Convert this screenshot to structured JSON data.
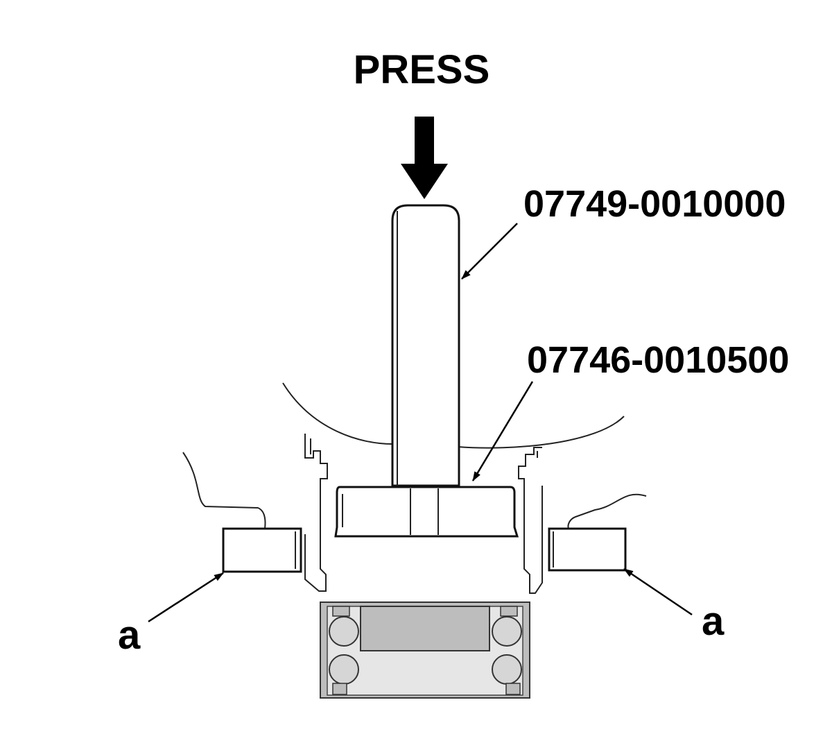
{
  "labels": {
    "press": "PRESS",
    "tool_handle": "07749-0010000",
    "tool_driver": "07746-0010500",
    "support_left": "a",
    "support_right": "a"
  },
  "colors": {
    "line": "#111111",
    "bearing_fill": "#c8c8c8",
    "ball_fill": "#d4d4d4",
    "background": "#ffffff"
  }
}
